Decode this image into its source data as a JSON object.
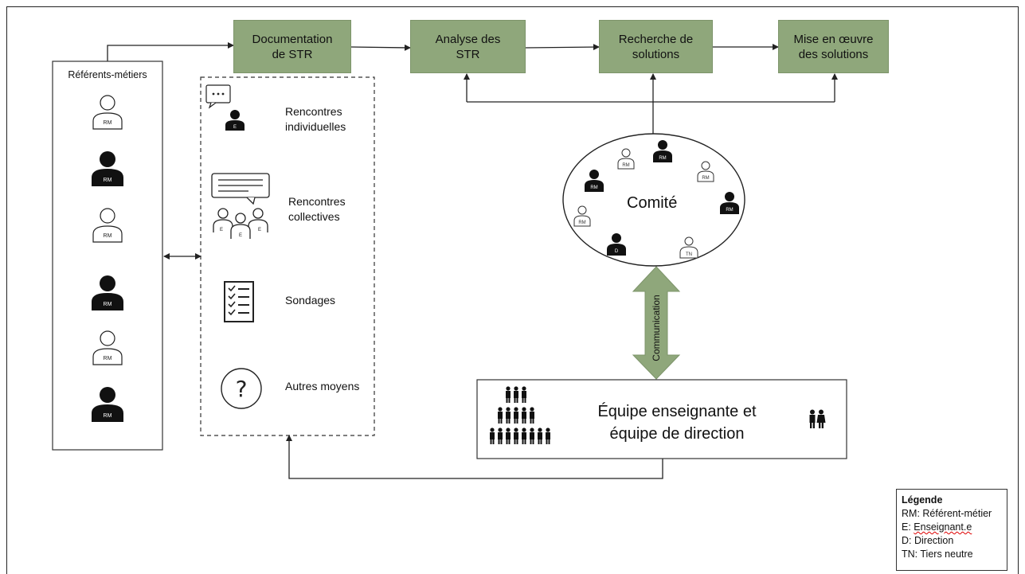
{
  "steps": {
    "documentation": "Documentation\nde STR",
    "analyse": "Analyse des\nSTR",
    "recherche": "Recherche de\nsolutions",
    "mise_en_oeuvre": "Mise en œuvre\ndes solutions"
  },
  "referents": {
    "title": "Référents-métiers",
    "badge": "RM"
  },
  "means": {
    "individuelles": "Rencontres\nindividuelles",
    "collectives": "Rencontres\ncollectives",
    "sondages": "Sondages",
    "autres": "Autres moyens",
    "badge_e": "E"
  },
  "committee": {
    "label": "Comité",
    "badges": {
      "rm": "RM",
      "d": "D",
      "tn": "TN"
    }
  },
  "communication": "Communication",
  "team": "Équipe enseignante et\néquipe de direction",
  "legend": {
    "title": "Légende",
    "rm": "RM: Référent-métier",
    "e_prefix": "E: ",
    "e_word": "Enseignant.e",
    "d": "D: Direction",
    "tn": "TN: Tiers neutre"
  },
  "colors": {
    "step_green": "#8fa77b",
    "arrow_green": "#8fa77b",
    "line": "#333333"
  },
  "icons": [
    "person-outline-icon",
    "person-filled-icon",
    "speech-bubble-icon",
    "chat-bubble-icon",
    "group-icon",
    "checklist-icon",
    "question-circle-icon",
    "crowd-icon",
    "couple-icon"
  ]
}
